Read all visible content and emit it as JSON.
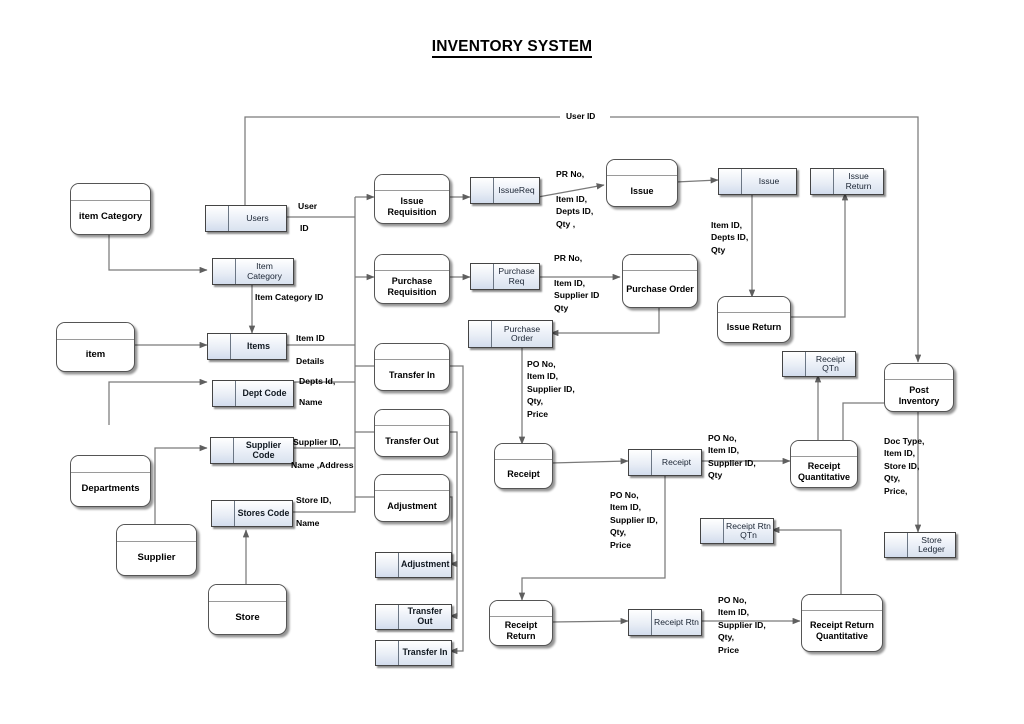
{
  "diagram": {
    "title": "INVENTORY SYSTEM",
    "type": "data-flow-diagram",
    "bus_label": "User ID"
  },
  "entities": [
    {
      "id": "e_item_category",
      "label": "item Category"
    },
    {
      "id": "e_item",
      "label": "item"
    },
    {
      "id": "e_departments",
      "label": "Departments"
    },
    {
      "id": "e_supplier",
      "label": "Supplier"
    },
    {
      "id": "e_store",
      "label": "Store"
    }
  ],
  "processes": [
    {
      "id": "p_issue_req",
      "label": "Issue\nRequisition"
    },
    {
      "id": "p_purchase_req",
      "label": "Purchase\nRequisition"
    },
    {
      "id": "p_transfer_in",
      "label": "Transfer In"
    },
    {
      "id": "p_transfer_out",
      "label": "Transfer Out"
    },
    {
      "id": "p_adjustment",
      "label": "Adjustment"
    },
    {
      "id": "p_issue",
      "label": "Issue"
    },
    {
      "id": "p_purchase_order",
      "label": "Purchase Order"
    },
    {
      "id": "p_issue_return",
      "label": "Issue Return"
    },
    {
      "id": "p_receipt",
      "label": "Receipt"
    },
    {
      "id": "p_receipt_qnt",
      "label": "Receipt\nQuantitative"
    },
    {
      "id": "p_receipt_return",
      "label": "Receipt Return"
    },
    {
      "id": "p_receipt_return_qnt",
      "label": "Receipt\nReturn\nQuantitative"
    },
    {
      "id": "p_post_inventory",
      "label": "Post Inventory"
    }
  ],
  "stores": [
    {
      "id": "d_users",
      "label": "Users"
    },
    {
      "id": "d_item_category",
      "label": "Item Category"
    },
    {
      "id": "d_items",
      "label": "Items"
    },
    {
      "id": "d_dept_code",
      "label": "Dept Code"
    },
    {
      "id": "d_supplier_code",
      "label": "Supplier Code"
    },
    {
      "id": "d_stores_code",
      "label": "Stores Code"
    },
    {
      "id": "d_issuereq",
      "label": "IssueReq"
    },
    {
      "id": "d_purchase_req",
      "label": "Purchase Req"
    },
    {
      "id": "d_purchase_order",
      "label": "Purchase Order"
    },
    {
      "id": "d_issue",
      "label": "Issue"
    },
    {
      "id": "d_issue_return",
      "label": "Issue Return"
    },
    {
      "id": "d_receipt",
      "label": "Receipt"
    },
    {
      "id": "d_receipt_qtn",
      "label": "Receipt QTn"
    },
    {
      "id": "d_receipt_rtn",
      "label": "Receipt Rtn"
    },
    {
      "id": "d_receipt_rtn_qtn",
      "label": "Receipt Rtn QTn"
    },
    {
      "id": "d_adjustment",
      "label": "Adjustment"
    },
    {
      "id": "d_transfer_out",
      "label": "Transfer Out"
    },
    {
      "id": "d_transfer_in",
      "label": "Transfer In"
    },
    {
      "id": "d_store_ledger",
      "label": "Store Ledger"
    }
  ],
  "flow_labels": {
    "user_top": "User",
    "user_bottom": "ID",
    "item_category_id": "Item Category ID",
    "item_id": "Item ID",
    "details": "Details",
    "depts_id": "Depts Id,",
    "name1": "Name",
    "supplier_id": "Supplier ID,",
    "name_address": "Name ,Address",
    "store_id": "Store ID,",
    "name2": "Name",
    "issuereq_flow": "PR No,\n\nItem ID,\nDepts ID,\nQty ,",
    "purchasereq_flow": "PR No,\n\nItem ID,\nSupplier ID\nQty",
    "purchaseorder_flow": "PO No,\nItem ID,\nSupplier ID,\nQty,\nPrice",
    "issue_flow": "Item ID,\nDepts ID,\nQty",
    "receipt_flow_right": "PO No,\nItem ID,\nSupplier ID,\nQty",
    "receipt_flow_down": "PO No,\nItem ID,\nSupplier ID,\nQty,\nPrice",
    "receipt_rtn_flow": "PO No,\nItem ID,\nSupplier ID,\nQty,\nPrice",
    "post_inventory_flow": "Doc Type,\nItem ID,\nStore ID,\nQty,\nPrice,"
  },
  "colors": {
    "store_fill_start": "#ffffff",
    "store_fill_end": "#d9e2ef",
    "line": "#6e6e6e",
    "border": "#444444",
    "text": "#000000"
  }
}
